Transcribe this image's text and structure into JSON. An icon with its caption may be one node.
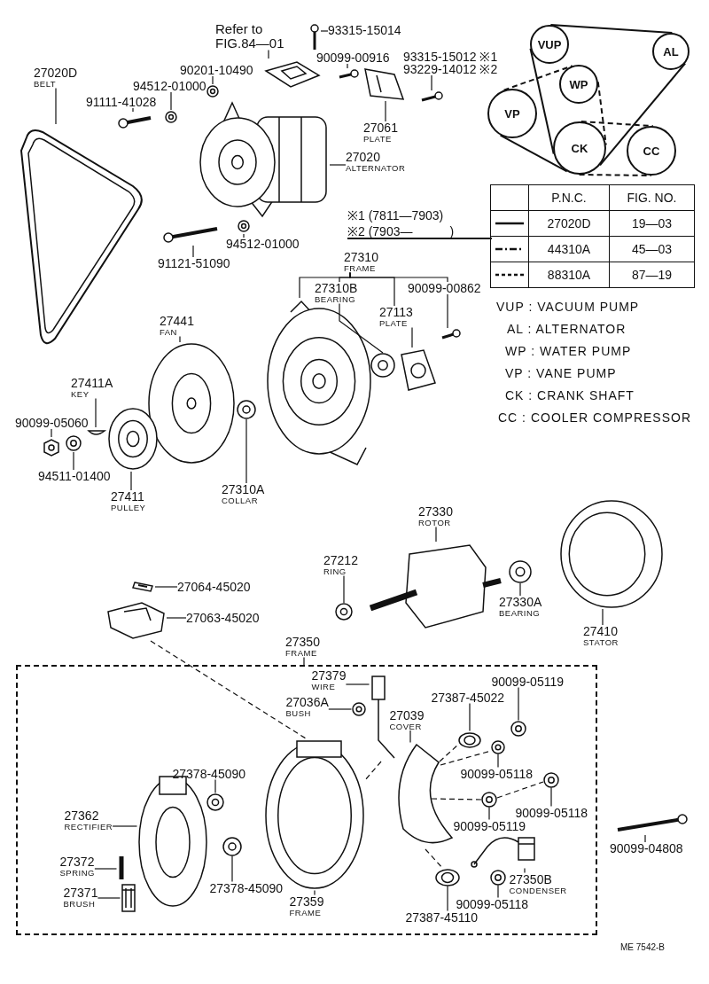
{
  "diagram": {
    "nodes": [
      {
        "text": [
          "Refer to FIG.84—01"
        ]
      },
      {
        "text": [
          "93315-15014"
        ]
      },
      {
        "text": [
          "90099-00916"
        ]
      },
      {
        "text": [
          "93315-15012 ※1",
          "93229-14012 ※2"
        ]
      },
      {
        "text": [
          "27020D",
          "BELT"
        ]
      },
      {
        "text": [
          "91111-41028"
        ]
      },
      {
        "text": [
          "94512-01000"
        ]
      },
      {
        "text": [
          "90201-10490"
        ]
      },
      {
        "text": [
          "27061",
          "PLATE"
        ]
      },
      {
        "text": [
          "27020",
          "ALTERNATOR"
        ]
      },
      {
        "text": [
          "94512-01000"
        ]
      },
      {
        "text": [
          "91121-51090"
        ]
      },
      {
        "text": [
          "27310",
          "FRAME"
        ]
      },
      {
        "text": [
          "27310B",
          "BEARING"
        ]
      },
      {
        "text": [
          "27113",
          "PLATE"
        ]
      },
      {
        "text": [
          "90099-00862"
        ]
      },
      {
        "text": [
          "27441",
          "FAN"
        ]
      },
      {
        "text": [
          "27411A",
          "KEY"
        ]
      },
      {
        "text": [
          "90099-05060"
        ]
      },
      {
        "text": [
          "94511-01400"
        ]
      },
      {
        "text": [
          "27411",
          "PULLEY"
        ]
      },
      {
        "text": [
          "27310A",
          "COLLAR"
        ]
      },
      {
        "text": [
          "27330",
          "ROTOR"
        ]
      },
      {
        "text": [
          "27212",
          "RING"
        ]
      },
      {
        "text": [
          "27064-45020"
        ]
      },
      {
        "text": [
          "27063-45020"
        ]
      },
      {
        "text": [
          "27330A",
          "BEARING"
        ]
      },
      {
        "text": [
          "27410",
          "STATOR"
        ]
      },
      {
        "text": [],
        "shape": "box"
      },
      {
        "text": [
          "27350",
          "FRAME"
        ]
      },
      {
        "text": [
          "27379",
          "WIRE"
        ],
        "in": 28
      },
      {
        "text": [
          "27036A",
          "BUSH"
        ],
        "in": 28
      },
      {
        "text": [
          "27039",
          "COVER"
        ],
        "in": 28
      },
      {
        "text": [
          "27387-45022"
        ],
        "in": 28
      },
      {
        "text": [
          "90099-05119"
        ],
        "in": 28
      },
      {
        "text": [
          "90099-05118"
        ],
        "in": 28
      },
      {
        "text": [
          "27378-45090"
        ],
        "in": 28
      },
      {
        "text": [
          "27362",
          "RECTIFIER"
        ],
        "in": 28
      },
      {
        "text": [
          "90099-05118"
        ],
        "in": 28
      },
      {
        "text": [
          "90099-05119"
        ],
        "in": 28
      },
      {
        "text": [
          "27372",
          "SPRING"
        ],
        "in": 28
      },
      {
        "text": [
          "27378-45090"
        ],
        "in": 28
      },
      {
        "text": [
          "27350B",
          "CONDENSER"
        ],
        "in": 28
      },
      {
        "text": [
          "27371",
          "BRUSH"
        ],
        "in": 28
      },
      {
        "text": [
          "27359",
          "FRAME"
        ],
        "in": 28
      },
      {
        "text": [
          "90099-05118"
        ],
        "in": 28
      },
      {
        "text": [
          "27387-45110"
        ],
        "in": 28
      },
      {
        "text": [
          "90099-04808"
        ]
      },
      {
        "text": [
          "VUP"
        ]
      },
      {
        "text": [
          "AL"
        ]
      },
      {
        "text": [
          "WP"
        ]
      },
      {
        "text": [
          "VP"
        ]
      },
      {
        "text": [
          "CK"
        ]
      },
      {
        "text": [
          "CC"
        ]
      },
      {
        "text": [],
        "shape": "picture"
      },
      {
        "text": [],
        "shape": "picture"
      },
      {
        "text": [],
        "shape": "picture"
      },
      {
        "text": [],
        "shape": "picture"
      },
      {
        "text": [],
        "shape": "picture"
      },
      {
        "text": [],
        "shape": "picture"
      },
      {
        "text": [],
        "shape": "picture"
      },
      {
        "text": [],
        "shape": "picture"
      },
      {
        "text": [],
        "shape": "picture"
      },
      {
        "text": [],
        "shape": "picture"
      },
      {
        "text": [],
        "shape": "picture"
      },
      {
        "text": [],
        "shape": "picture"
      },
      {
        "text": [],
        "shape": "picture"
      },
      {
        "text": [],
        "shape": "picture"
      },
      {
        "text": [],
        "shape": "picture"
      },
      {
        "text": [],
        "shape": "picture"
      },
      {
        "text": [],
        "shape": "picture"
      },
      {
        "text": [],
        "shape": "picture"
      },
      {
        "text": [],
        "shape": "picture"
      },
      {
        "text": [],
        "shape": "picture"
      },
      {
        "text": [],
        "shape": "picture"
      },
      {
        "text": [],
        "shape": "picture"
      },
      {
        "text": [],
        "shape": "picture"
      },
      {
        "text": [],
        "shape": "picture"
      },
      {
        "text": [],
        "shape": "picture"
      },
      {
        "text": [],
        "shape": "picture"
      },
      {
        "text": [],
        "shape": "picture"
      },
      {
        "text": [],
        "shape": "picture"
      },
      {
        "text": [],
        "shape": "picture",
        "in": 28
      },
      {
        "text": [],
        "shape": "picture",
        "in": 28
      },
      {
        "text": [],
        "shape": "picture",
        "in": 28
      },
      {
        "text": [],
        "shape": "picture",
        "in": 28
      },
      {
        "text": [],
        "shape": "picture",
        "in": 28
      },
      {
        "text": [],
        "shape": "picture",
        "in": 28
      },
      {
        "text": [],
        "shape": "picture",
        "in": 28
      },
      {
        "text": [],
        "shape": "picture",
        "in": 28
      },
      {
        "text": [],
        "shape": "picture",
        "in": 28
      },
      {
        "text": [],
        "shape": "picture",
        "in": 28
      },
      {
        "text": [],
        "shape": "picture",
        "in": 28
      },
      {
        "text": [],
        "shape": "picture",
        "in": 28
      },
      {
        "text": [],
        "shape": "picture",
        "in": 28
      },
      {
        "text": [],
        "shape": "picture",
        "in": 28
      },
      {
        "text": [],
        "shape": "picture",
        "in": 28
      },
      {
        "text": [],
        "shape": "picture",
        "in": 28
      },
      {
        "text": [],
        "shape": "picture",
        "in": 28
      },
      {
        "text": [],
        "shape": "picture"
      }
    ],
    "edges": [
      {
        "from": 0,
        "to": 55,
        "arrow": "none"
      },
      {
        "from": 1,
        "to": 56,
        "arrow": "none"
      },
      {
        "from": 2,
        "to": 57,
        "arrow": "none"
      },
      {
        "from": 3,
        "to": 59,
        "arrow": "none"
      },
      {
        "from": 4,
        "to": 54,
        "arrow": "none"
      },
      {
        "from": 5,
        "to": 60,
        "arrow": "none"
      },
      {
        "from": 6,
        "to": 61,
        "arrow": "none"
      },
      {
        "from": 7,
        "to": 62,
        "arrow": "none"
      },
      {
        "from": 8,
        "to": 58,
        "arrow": "none"
      },
      {
        "from": 9,
        "to": 63,
        "arrow": "none"
      },
      {
        "from": 10,
        "to": 64,
        "arrow": "none"
      },
      {
        "from": 11,
        "to": 65,
        "arrow": "none"
      },
      {
        "from": 12,
        "to": 66,
        "arrow": "none"
      },
      {
        "from": 12,
        "to": 13,
        "arrow": "none"
      },
      {
        "from": 12,
        "to": 14,
        "arrow": "none"
      },
      {
        "from": 12,
        "to": 15,
        "arrow": "none"
      },
      {
        "from": 13,
        "to": 67,
        "arrow": "none"
      },
      {
        "from": 14,
        "to": 68,
        "arrow": "none"
      },
      {
        "from": 15,
        "to": 69,
        "arrow": "none"
      },
      {
        "from": 16,
        "to": 70,
        "arrow": "none"
      },
      {
        "from": 17,
        "to": 71,
        "arrow": "none"
      },
      {
        "from": 18,
        "to": 72,
        "arrow": "none"
      },
      {
        "from": 19,
        "to": 73,
        "arrow": "none"
      },
      {
        "from": 20,
        "to": 74,
        "arrow": "none"
      },
      {
        "from": 21,
        "to": 75,
        "arrow": "none"
      },
      {
        "from": 22,
        "to": 76,
        "arrow": "none"
      },
      {
        "from": 23,
        "to": 77,
        "arrow": "none"
      },
      {
        "from": 24,
        "to": 78,
        "arrow": "none"
      },
      {
        "from": 25,
        "to": 79,
        "arrow": "none"
      },
      {
        "from": 26,
        "to": 80,
        "arrow": "none"
      },
      {
        "from": 27,
        "to": 81,
        "arrow": "none"
      },
      {
        "from": 29,
        "to": 28,
        "arrow": "none"
      },
      {
        "from": 30,
        "to": 82,
        "arrow": "none"
      },
      {
        "from": 31,
        "to": 83,
        "arrow": "none"
      },
      {
        "from": 32,
        "to": 84,
        "arrow": "none"
      },
      {
        "from": 33,
        "to": 85,
        "arrow": "none"
      },
      {
        "from": 34,
        "to": 86,
        "arrow": "none"
      },
      {
        "from": 35,
        "to": 87,
        "arrow": "none"
      },
      {
        "from": 36,
        "to": 88,
        "arrow": "none"
      },
      {
        "from": 37,
        "to": 89,
        "arrow": "none"
      },
      {
        "from": 38,
        "to": 90,
        "arrow": "none"
      },
      {
        "from": 39,
        "to": 91,
        "arrow": "none"
      },
      {
        "from": 40,
        "to": 92,
        "arrow": "none"
      },
      {
        "from": 41,
        "to": 93,
        "arrow": "none"
      },
      {
        "from": 42,
        "to": 94,
        "arrow": "none"
      },
      {
        "from": 43,
        "to": 95,
        "arrow": "none"
      },
      {
        "from": 44,
        "to": 96,
        "arrow": "none"
      },
      {
        "from": 45,
        "to": 97,
        "arrow": "none"
      },
      {
        "from": 46,
        "to": 98,
        "arrow": "none"
      },
      {
        "from": 47,
        "to": 99,
        "arrow": "none"
      },
      {
        "from": 48,
        "to": 49,
        "arrow": "none"
      },
      {
        "from": 49,
        "to": 52,
        "arrow": "none"
      },
      {
        "from": 48,
        "to": 52,
        "arrow": "none"
      },
      {
        "from": 51,
        "to": 50,
        "arrow": "none",
        "style": "dashed"
      },
      {
        "from": 50,
        "to": 52,
        "arrow": "none",
        "style": "dashed"
      },
      {
        "from": 51,
        "to": 52,
        "arrow": "none"
      },
      {
        "from": 52,
        "to": 53,
        "arrow": "none",
        "style": "dashed"
      },
      {
        "from": 52,
        "to": 53,
        "arrow": "none",
        "style": "dashed"
      },
      {
        "from": 79,
        "to": 96,
        "arrow": "none",
        "style": "dashed"
      },
      {
        "from": 84,
        "to": 85,
        "arrow": "none",
        "style": "dashed"
      },
      {
        "from": 84,
        "to": 87,
        "arrow": "none",
        "style": "dashed"
      },
      {
        "from": 84,
        "to": 91,
        "arrow": "none",
        "style": "dashed"
      },
      {
        "from": 91,
        "to": 90,
        "arrow": "none",
        "style": "dashed"
      },
      {
        "from": 84,
        "to": 98,
        "arrow": "none",
        "style": "dashed"
      },
      {
        "from": 82,
        "to": 96,
        "arrow": "none",
        "style": "dashed"
      }
    ],
    "labels": [
      "P.N.C.",
      "FIG. NO.",
      "27020D",
      "19—03",
      "44310A",
      "45—03",
      "88310A",
      "87—19",
      "VUP : VACUUM PUMP",
      "AL : ALTERNATOR",
      "WP : WATER PUMP",
      "VP : VANE PUMP",
      "CK : CRANK SHAFT",
      "CC : COOLER COMPRESSOR",
      "※1 (7811—7903)",
      "※2 (7903—　　　)",
      "ME 7542-B"
    ]
  }
}
